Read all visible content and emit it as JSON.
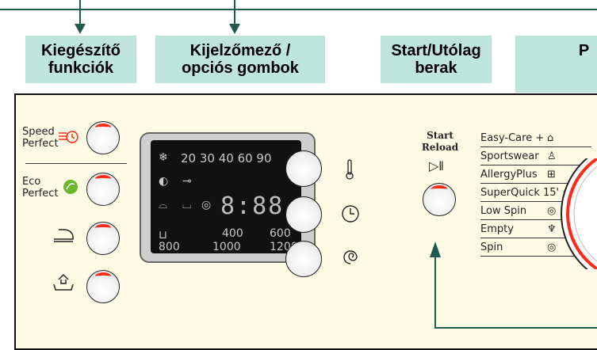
{
  "header_labels": {
    "kiegeszito": [
      "Kiegészítő",
      "funkciók"
    ],
    "kijelzo": [
      "Kijelzőmező /",
      "opciós gombok"
    ],
    "start": [
      "Start/Utólag",
      "berak"
    ],
    "program": "P"
  },
  "left_options": {
    "speed": [
      "Speed",
      "Perfect"
    ],
    "eco": [
      "Eco",
      "Perfect"
    ]
  },
  "display": {
    "temps": "20 30 40 60 90",
    "time": "8:88",
    "spin_top": [
      "400",
      "600"
    ],
    "spin_bottom": [
      "800",
      "1000",
      "1200"
    ]
  },
  "start_button": [
    "Start",
    "Reload"
  ],
  "programs": [
    "Easy-Care +",
    "Sportswear",
    "AllergyPlus",
    "SuperQuick 15'",
    "Low Spin",
    "Empty",
    "Spin"
  ],
  "colors": {
    "label_bg": "#bfe4dc",
    "panel_bg": "#fdfbe6",
    "indicator": "#ff2a1a",
    "line": "#1f5c4e",
    "eco_leaf": "#6ab82e"
  }
}
